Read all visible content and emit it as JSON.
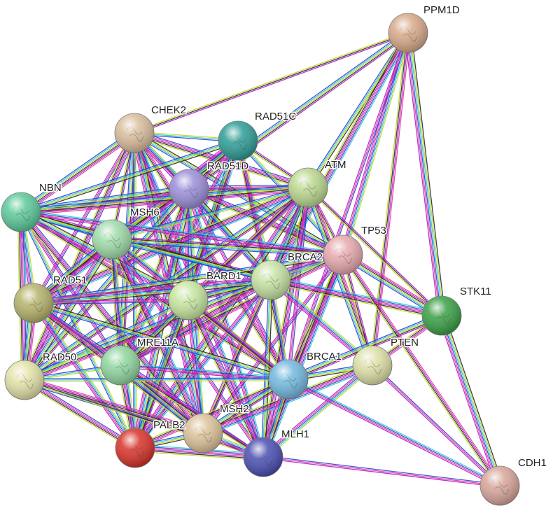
{
  "network": {
    "nodes": [
      {
        "id": "PPM1D",
        "label": "PPM1D",
        "color": "#d8a98a"
      },
      {
        "id": "CHEK2",
        "label": "CHEK2",
        "color": "#d9bd9c"
      },
      {
        "id": "RAD51C",
        "label": "RAD51C",
        "color": "#2e9d96"
      },
      {
        "id": "RAD51D",
        "label": "RAD51D",
        "color": "#9b8fd9"
      },
      {
        "id": "ATM",
        "label": "ATM",
        "color": "#bcd88f"
      },
      {
        "id": "NBN",
        "label": "NBN",
        "color": "#5cc99a"
      },
      {
        "id": "MSH6",
        "label": "MSH6",
        "color": "#9fdcaa"
      },
      {
        "id": "TP53",
        "label": "TP53",
        "color": "#e7a9ad"
      },
      {
        "id": "BRCA2",
        "label": "BRCA2",
        "color": "#c6e3a4"
      },
      {
        "id": "BARD1",
        "label": "BARD1",
        "color": "#c7e6a0"
      },
      {
        "id": "RAD51",
        "label": "RAD51",
        "color": "#b5b26a"
      },
      {
        "id": "STK11",
        "label": "STK11",
        "color": "#3aa046"
      },
      {
        "id": "MRE11A",
        "label": "MRE11A",
        "color": "#8fd69f"
      },
      {
        "id": "PTEN",
        "label": "PTEN",
        "color": "#dde0a8"
      },
      {
        "id": "BRCA1",
        "label": "BRCA1",
        "color": "#74b9e0"
      },
      {
        "id": "RAD50",
        "label": "RAD50",
        "color": "#e3e2a8"
      },
      {
        "id": "MSH2",
        "label": "MSH2",
        "color": "#dcc29a"
      },
      {
        "id": "PALB2",
        "label": "PALB2",
        "color": "#d8322a"
      },
      {
        "id": "MLH1",
        "label": "MLH1",
        "color": "#4b4fb2"
      },
      {
        "id": "CDH1",
        "label": "CDH1",
        "color": "#d8a59a"
      }
    ],
    "edge_colors": [
      "#b41cc9",
      "#2a2a2a",
      "#bfd820",
      "#2cc6d6",
      "#3040d0",
      "#e03aa0"
    ],
    "edges": [
      [
        "PPM1D",
        "CHEK2"
      ],
      [
        "PPM1D",
        "ATM"
      ],
      [
        "PPM1D",
        "TP53"
      ],
      [
        "PPM1D",
        "BRCA2"
      ],
      [
        "PPM1D",
        "BRCA1"
      ],
      [
        "PPM1D",
        "PTEN"
      ],
      [
        "PPM1D",
        "RAD51D"
      ],
      [
        "PPM1D",
        "STK11"
      ],
      [
        "CHEK2",
        "RAD51C"
      ],
      [
        "CHEK2",
        "RAD51D"
      ],
      [
        "CHEK2",
        "ATM"
      ],
      [
        "CHEK2",
        "NBN"
      ],
      [
        "CHEK2",
        "MSH6"
      ],
      [
        "CHEK2",
        "TP53"
      ],
      [
        "CHEK2",
        "BRCA2"
      ],
      [
        "CHEK2",
        "BARD1"
      ],
      [
        "CHEK2",
        "RAD51"
      ],
      [
        "CHEK2",
        "BRCA1"
      ],
      [
        "CHEK2",
        "MRE11A"
      ],
      [
        "CHEK2",
        "MSH2"
      ],
      [
        "CHEK2",
        "PALB2"
      ],
      [
        "CHEK2",
        "MLH1"
      ],
      [
        "CHEK2",
        "RAD50"
      ],
      [
        "RAD51C",
        "RAD51D"
      ],
      [
        "RAD51C",
        "ATM"
      ],
      [
        "RAD51C",
        "NBN"
      ],
      [
        "RAD51C",
        "BRCA2"
      ],
      [
        "RAD51C",
        "BARD1"
      ],
      [
        "RAD51C",
        "RAD51"
      ],
      [
        "RAD51C",
        "BRCA1"
      ],
      [
        "RAD51C",
        "PALB2"
      ],
      [
        "RAD51C",
        "MSH6"
      ],
      [
        "RAD51C",
        "TP53"
      ],
      [
        "RAD51C",
        "MRE11A"
      ],
      [
        "RAD51D",
        "ATM"
      ],
      [
        "RAD51D",
        "NBN"
      ],
      [
        "RAD51D",
        "MSH6"
      ],
      [
        "RAD51D",
        "BRCA2"
      ],
      [
        "RAD51D",
        "BARD1"
      ],
      [
        "RAD51D",
        "RAD51"
      ],
      [
        "RAD51D",
        "BRCA1"
      ],
      [
        "RAD51D",
        "MRE11A"
      ],
      [
        "RAD51D",
        "RAD50"
      ],
      [
        "RAD51D",
        "PALB2"
      ],
      [
        "RAD51D",
        "MSH2"
      ],
      [
        "RAD51D",
        "MLH1"
      ],
      [
        "RAD51D",
        "TP53"
      ],
      [
        "ATM",
        "NBN"
      ],
      [
        "ATM",
        "TP53"
      ],
      [
        "ATM",
        "BRCA2"
      ],
      [
        "ATM",
        "BARD1"
      ],
      [
        "ATM",
        "RAD51"
      ],
      [
        "ATM",
        "BRCA1"
      ],
      [
        "ATM",
        "MRE11A"
      ],
      [
        "ATM",
        "RAD50"
      ],
      [
        "ATM",
        "PALB2"
      ],
      [
        "ATM",
        "MSH6"
      ],
      [
        "ATM",
        "MSH2"
      ],
      [
        "ATM",
        "MLH1"
      ],
      [
        "ATM",
        "PTEN"
      ],
      [
        "ATM",
        "STK11"
      ],
      [
        "NBN",
        "MSH6"
      ],
      [
        "NBN",
        "RAD51"
      ],
      [
        "NBN",
        "RAD50"
      ],
      [
        "NBN",
        "MRE11A"
      ],
      [
        "NBN",
        "BRCA1"
      ],
      [
        "NBN",
        "BRCA2"
      ],
      [
        "NBN",
        "BARD1"
      ],
      [
        "NBN",
        "PALB2"
      ],
      [
        "NBN",
        "TP53"
      ],
      [
        "NBN",
        "MSH2"
      ],
      [
        "MSH6",
        "RAD51"
      ],
      [
        "MSH6",
        "BARD1"
      ],
      [
        "MSH6",
        "BRCA2"
      ],
      [
        "MSH6",
        "BRCA1"
      ],
      [
        "MSH6",
        "MSH2"
      ],
      [
        "MSH6",
        "MLH1"
      ],
      [
        "MSH6",
        "MRE11A"
      ],
      [
        "MSH6",
        "TP53"
      ],
      [
        "MSH6",
        "RAD50"
      ],
      [
        "MSH6",
        "PALB2"
      ],
      [
        "TP53",
        "BRCA2"
      ],
      [
        "TP53",
        "BRCA1"
      ],
      [
        "TP53",
        "STK11"
      ],
      [
        "TP53",
        "PTEN"
      ],
      [
        "TP53",
        "RAD51"
      ],
      [
        "TP53",
        "BARD1"
      ],
      [
        "TP53",
        "MLH1"
      ],
      [
        "TP53",
        "MSH2"
      ],
      [
        "TP53",
        "MRE11A"
      ],
      [
        "BRCA2",
        "BARD1"
      ],
      [
        "BRCA2",
        "RAD51"
      ],
      [
        "BRCA2",
        "BRCA1"
      ],
      [
        "BRCA2",
        "PALB2"
      ],
      [
        "BRCA2",
        "MRE11A"
      ],
      [
        "BRCA2",
        "RAD50"
      ],
      [
        "BRCA2",
        "MSH2"
      ],
      [
        "BRCA2",
        "MLH1"
      ],
      [
        "BRCA2",
        "PTEN"
      ],
      [
        "BRCA2",
        "STK11"
      ],
      [
        "BARD1",
        "RAD51"
      ],
      [
        "BARD1",
        "BRCA1"
      ],
      [
        "BARD1",
        "PALB2"
      ],
      [
        "BARD1",
        "MRE11A"
      ],
      [
        "BARD1",
        "RAD50"
      ],
      [
        "BARD1",
        "MSH2"
      ],
      [
        "BARD1",
        "MLH1"
      ],
      [
        "RAD51",
        "RAD50"
      ],
      [
        "RAD51",
        "MRE11A"
      ],
      [
        "RAD51",
        "BRCA1"
      ],
      [
        "RAD51",
        "PALB2"
      ],
      [
        "RAD51",
        "MSH2"
      ],
      [
        "RAD51",
        "MLH1"
      ],
      [
        "STK11",
        "PTEN"
      ],
      [
        "STK11",
        "BRCA1"
      ],
      [
        "STK11",
        "CDH1"
      ],
      [
        "MRE11A",
        "RAD50"
      ],
      [
        "MRE11A",
        "BRCA1"
      ],
      [
        "MRE11A",
        "PALB2"
      ],
      [
        "MRE11A",
        "MSH2"
      ],
      [
        "MRE11A",
        "MLH1"
      ],
      [
        "PTEN",
        "BRCA1"
      ],
      [
        "PTEN",
        "MLH1"
      ],
      [
        "PTEN",
        "MSH2"
      ],
      [
        "PTEN",
        "CDH1"
      ],
      [
        "BRCA1",
        "PALB2"
      ],
      [
        "BRCA1",
        "MSH2"
      ],
      [
        "BRCA1",
        "MLH1"
      ],
      [
        "BRCA1",
        "RAD50"
      ],
      [
        "BRCA1",
        "CDH1"
      ],
      [
        "RAD50",
        "PALB2"
      ],
      [
        "RAD50",
        "MSH2"
      ],
      [
        "RAD50",
        "MLH1"
      ],
      [
        "MSH2",
        "PALB2"
      ],
      [
        "MSH2",
        "MLH1"
      ],
      [
        "PALB2",
        "MLH1"
      ],
      [
        "MLH1",
        "CDH1"
      ],
      [
        "TP53",
        "CDH1"
      ]
    ]
  }
}
